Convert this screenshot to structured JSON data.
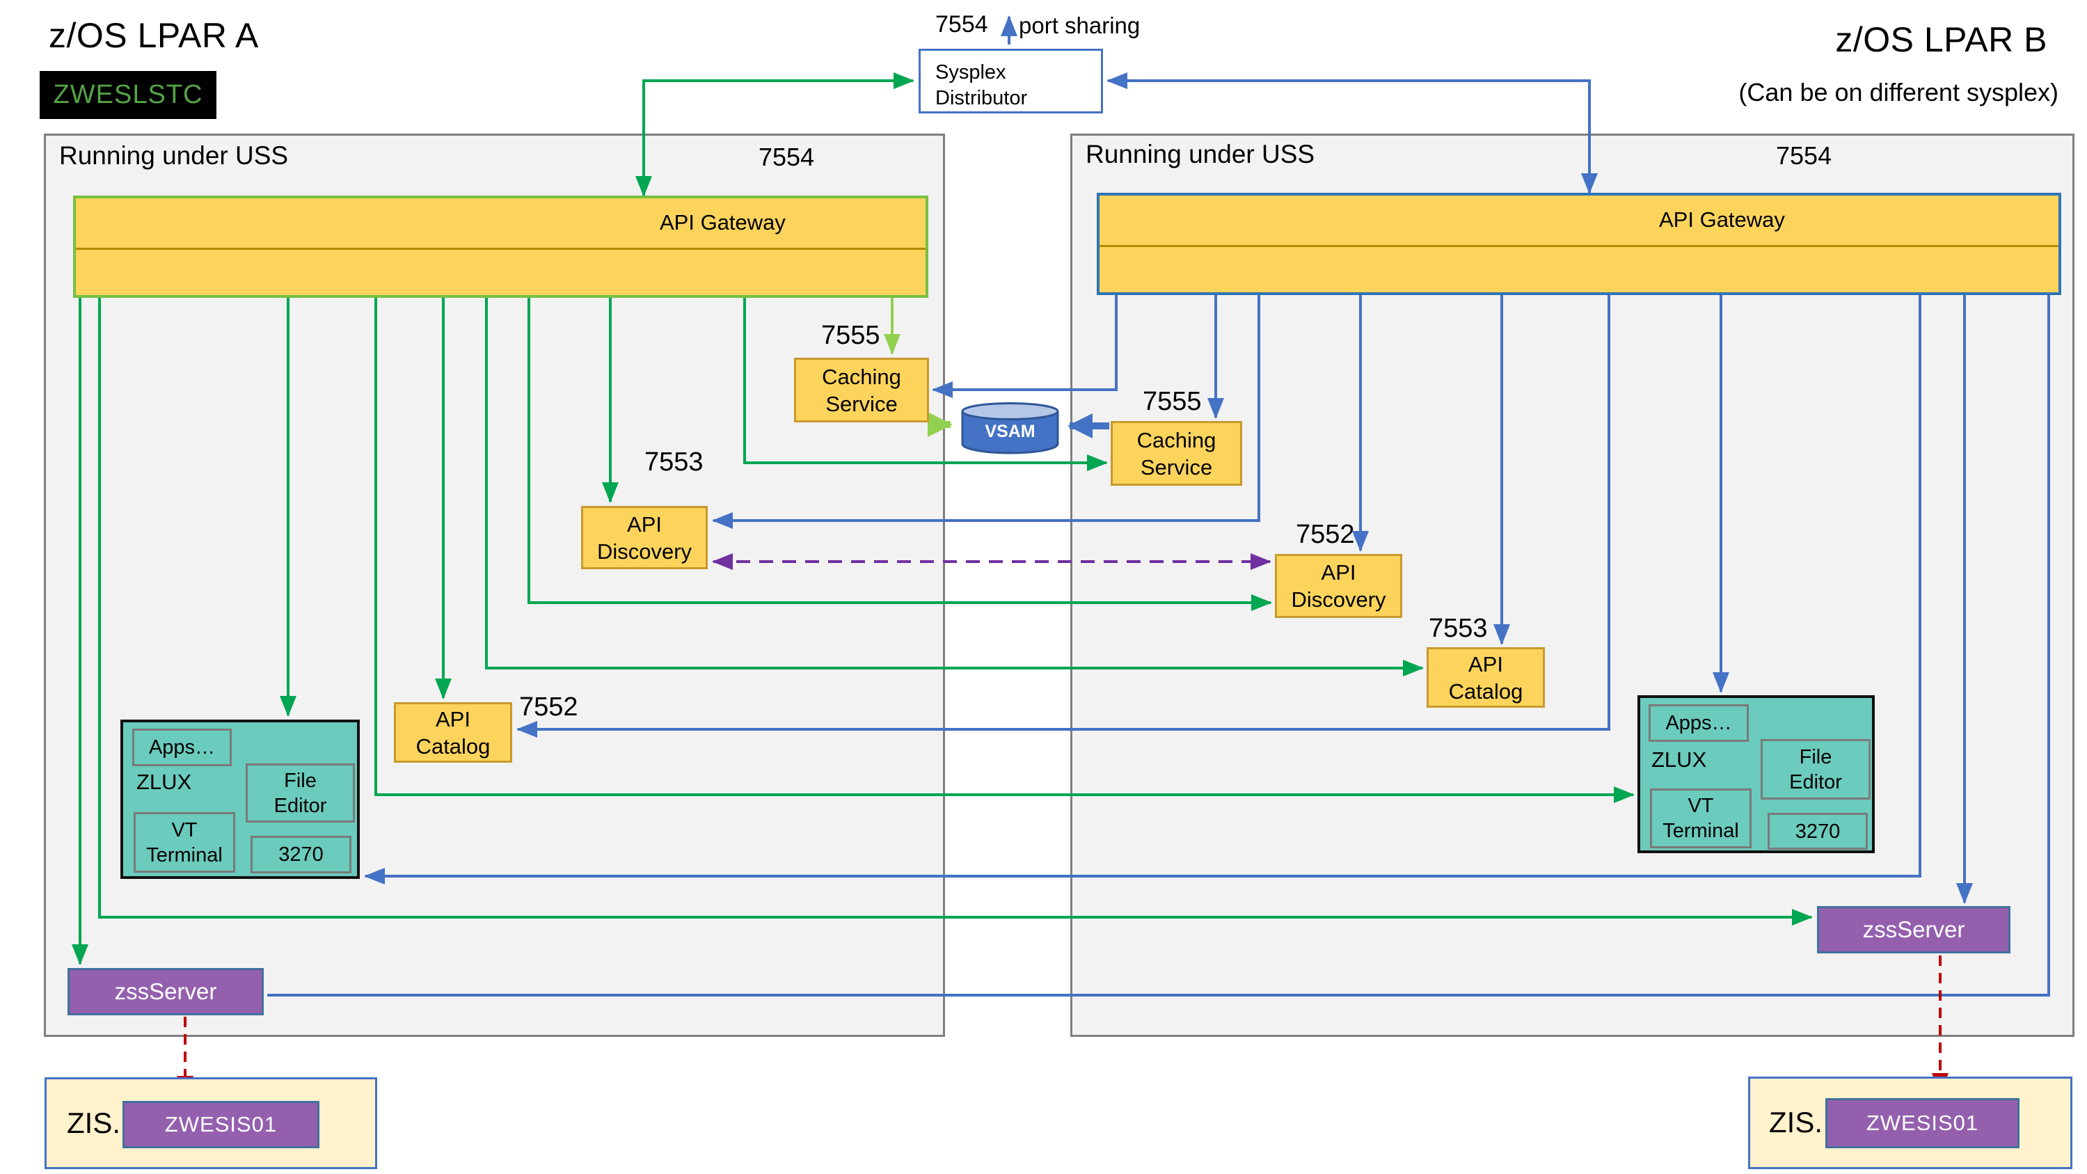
{
  "header": {
    "lpar_a_title": "z/OS LPAR A",
    "lpar_a_startup_job": "ZWESLSTC",
    "lpar_b_title": "z/OS LPAR B",
    "lpar_b_subtitle": "(Can be on different sysplex)"
  },
  "sysplex_distributor": {
    "label": "Sysplex\nDistributor",
    "port": "7554",
    "note": "port sharing"
  },
  "vsam_label": "VSAM",
  "lpar_a": {
    "uss_label": "Running under USS",
    "gateway_port": "7554",
    "gateway_label": "API Gateway",
    "caching_label": "Caching\nService",
    "caching_port": "7555",
    "discovery_label": "API\nDiscovery",
    "discovery_port": "7553",
    "catalog_label": "API\nCatalog",
    "catalog_port": "7552",
    "zlux": {
      "apps": "Apps…",
      "title": "ZLUX",
      "file_editor": "File\nEditor",
      "vt_terminal": "VT\nTerminal",
      "terminal_3270": "3270"
    },
    "zss_label": "zssServer",
    "zis_label": "ZIS.",
    "zis_server": "ZWESIS01"
  },
  "lpar_b": {
    "uss_label": "Running under USS",
    "gateway_port": "7554",
    "gateway_label": "API Gateway",
    "caching_label": "Caching\nService",
    "caching_port": "7555",
    "discovery_label": "API\nDiscovery",
    "discovery_port": "7552",
    "catalog_label": "API\nCatalog",
    "catalog_port": "7553",
    "zlux": {
      "apps": "Apps…",
      "title": "ZLUX",
      "file_editor": "File\nEditor",
      "vt_terminal": "VT\nTerminal",
      "terminal_3270": "3270"
    },
    "zss_label": "zssServer",
    "zis_label": "ZIS.",
    "zis_server": "ZWESIS01"
  },
  "colors": {
    "lpar_a_link": "#00A651",
    "lpar_a_link_light": "#92D050",
    "lpar_b_link": "#4472C4",
    "discovery_link": "#7030A0",
    "zis_link": "#C00000",
    "service_box_fill": "#FCD45C",
    "service_box_border": "#C8992E",
    "zlux_fill": "#6BCBBD",
    "zss_fill": "#9460AE",
    "zis_fill": "#FFF2CC",
    "panel_fill": "#F2F2F2",
    "startup_job_text": "#53A345",
    "vsam_fill": "#4472C4"
  }
}
